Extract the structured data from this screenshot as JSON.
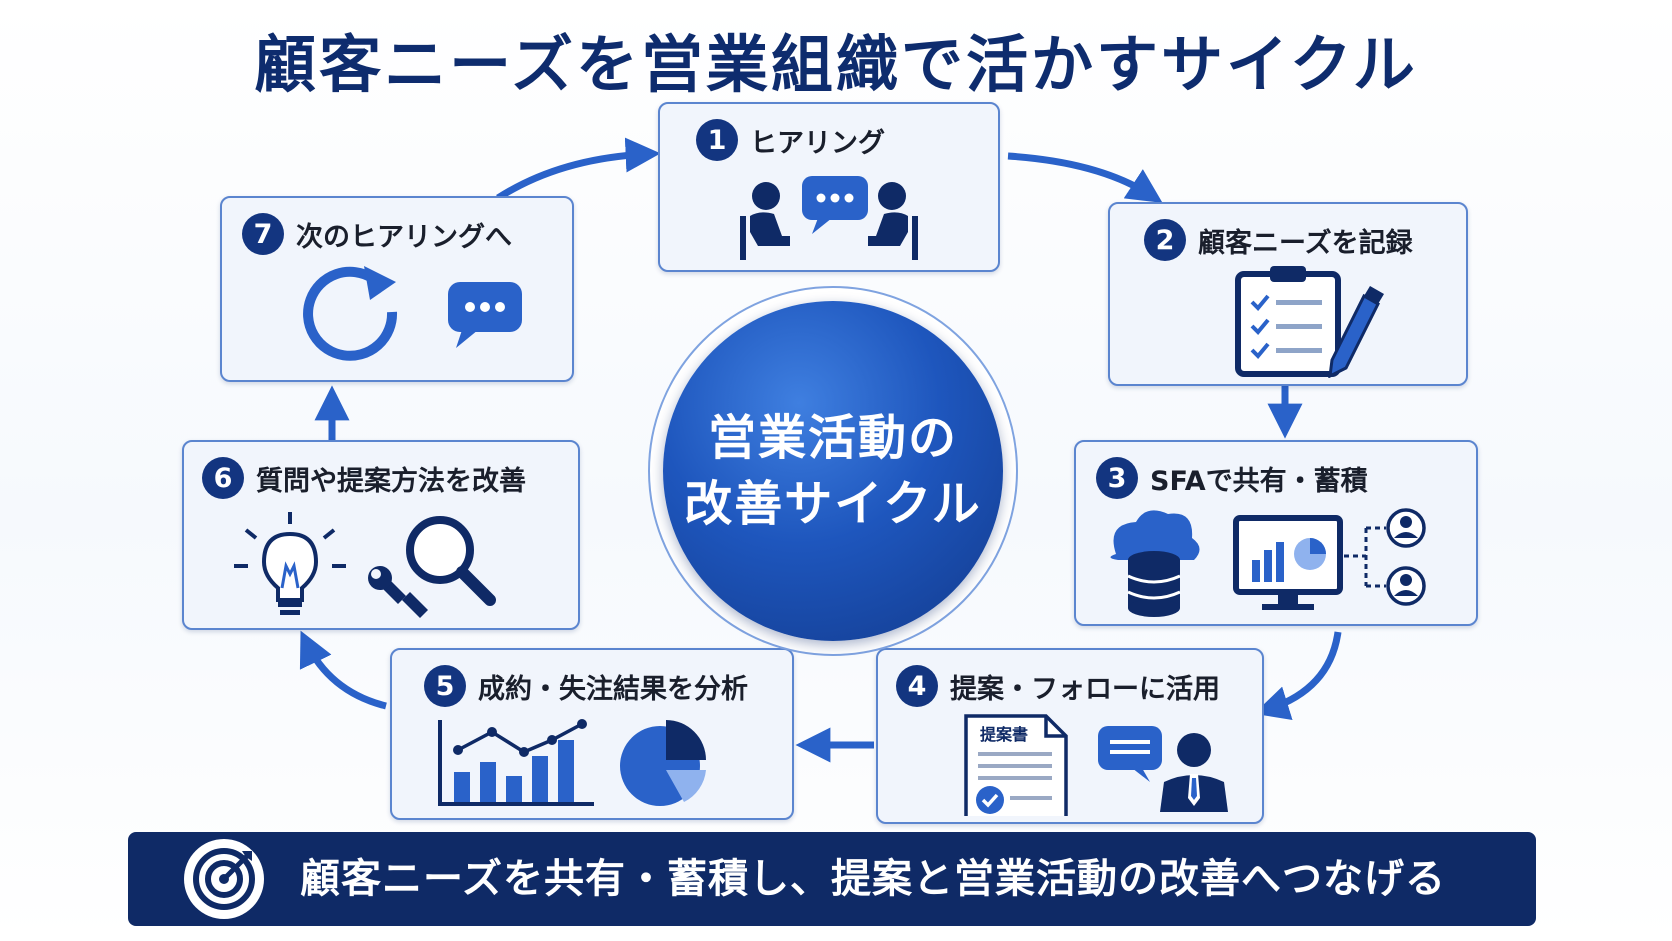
{
  "title": "顧客ニーズを営業組織で活かすサイクル",
  "center": {
    "line1": "営業活動の",
    "line2": "改善サイクル"
  },
  "steps": [
    {
      "num": "1",
      "label": "ヒアリング"
    },
    {
      "num": "2",
      "label": "顧客ニーズを記録"
    },
    {
      "num": "3",
      "label": "SFAで共有・蓄積"
    },
    {
      "num": "4",
      "label": "提案・フォローに活用"
    },
    {
      "num": "5",
      "label": "成約・失注結果を分析"
    },
    {
      "num": "6",
      "label": "質問や提案方法を改善"
    },
    {
      "num": "7",
      "label": "次のヒアリングへ"
    }
  ],
  "document_label": "提案書",
  "banner": {
    "text": "顧客ニーズを共有・蓄積し、提案と営業活動の改善へつなげる"
  },
  "colors": {
    "navy": "#0f2a66",
    "blue": "#2a62c9",
    "box_fill": "#f1f5fc",
    "box_border": "#5b85cf"
  },
  "icons": {
    "step1": [
      "person-icon",
      "chat-bubble-icon",
      "person-icon"
    ],
    "step2": [
      "clipboard-checklist-icon",
      "pencil-icon"
    ],
    "step3": [
      "cloud-database-icon",
      "monitor-chart-icon",
      "user-icon"
    ],
    "step4": [
      "proposal-document-icon",
      "chat-bubble-icon",
      "businessman-icon"
    ],
    "step5": [
      "line-bar-chart-icon",
      "pie-chart-icon"
    ],
    "step6": [
      "lightbulb-icon",
      "magnifier-icon",
      "wrench-icon"
    ],
    "step7": [
      "refresh-cycle-icon",
      "chat-bubble-icon"
    ],
    "banner": "target-icon"
  }
}
